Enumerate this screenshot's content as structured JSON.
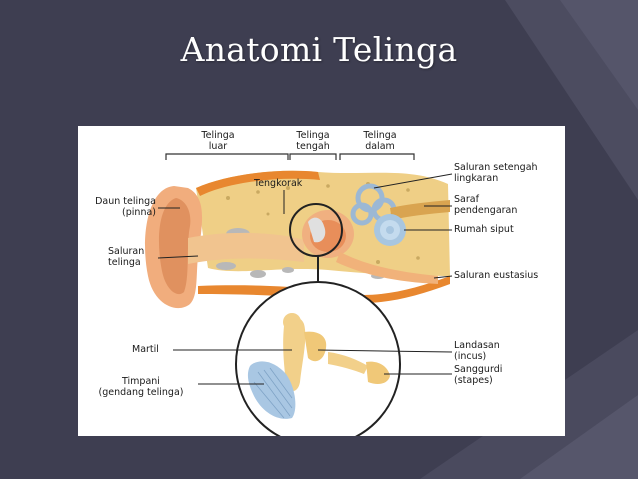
{
  "slide": {
    "title": "Anatomi Telinga"
  },
  "diagram": {
    "sections": {
      "outer": "Telinga\nluar",
      "middle": "Telinga\ntengah",
      "inner": "Telinga\ndalam"
    },
    "labels": {
      "pinna": "Daun telinga\n(pinna)",
      "ear_canal": "Saluran\ntelinga",
      "skull": "Tengkorak",
      "semicircular": "Saluran setengah\nlingkaran",
      "auditory_nerve": "Saraf\npendengaran",
      "cochlea": "Rumah siput",
      "eustachian": "Saluran eustasius",
      "malleus": "Martil",
      "incus": "Landasan\n(incus)",
      "stapes": "Sanggurdi\n(stapes)",
      "eardrum": "Timpani\n(gendang telinga)"
    }
  }
}
